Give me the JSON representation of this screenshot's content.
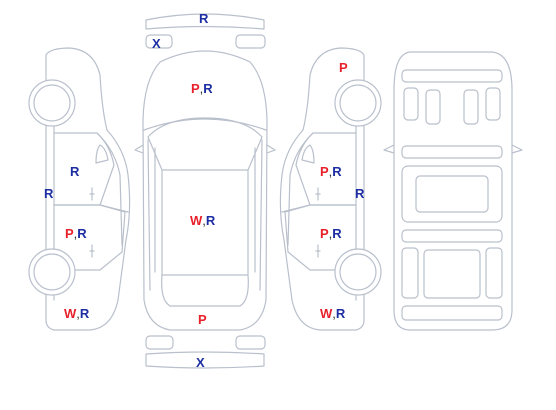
{
  "colors": {
    "outline": "#b9c0cc",
    "red_code": "#e8202a",
    "blue_code": "#1d2ea3",
    "comma": "#333333"
  },
  "markers": {
    "top_bumper": [
      {
        "t": "R",
        "c": "blue_code"
      }
    ],
    "top_plate": [
      {
        "t": "X",
        "c": "blue_code"
      }
    ],
    "hood": [
      {
        "t": "P",
        "c": "red_code"
      },
      {
        "t": ",",
        "c": "comma"
      },
      {
        "t": "R",
        "c": "blue_code"
      }
    ],
    "roof": [
      {
        "t": "W",
        "c": "red_code"
      },
      {
        "t": ",",
        "c": "comma"
      },
      {
        "t": "R",
        "c": "blue_code"
      }
    ],
    "trunk": [
      {
        "t": "P",
        "c": "red_code"
      }
    ],
    "bottom_plate": [
      {
        "t": "X",
        "c": "blue_code"
      }
    ],
    "left_front_door": [
      {
        "t": "R",
        "c": "blue_code"
      }
    ],
    "left_sill": [
      {
        "t": "R",
        "c": "blue_code"
      }
    ],
    "left_rear_door": [
      {
        "t": "P",
        "c": "red_code"
      },
      {
        "t": ",",
        "c": "comma"
      },
      {
        "t": "R",
        "c": "blue_code"
      }
    ],
    "left_rear_quarter": [
      {
        "t": "W",
        "c": "red_code"
      },
      {
        "t": ",",
        "c": "comma"
      },
      {
        "t": "R",
        "c": "blue_code"
      }
    ],
    "right_front_fender": [
      {
        "t": "P",
        "c": "red_code"
      }
    ],
    "right_front_door": [
      {
        "t": "P",
        "c": "red_code"
      },
      {
        "t": ",",
        "c": "comma"
      },
      {
        "t": "R",
        "c": "blue_code"
      }
    ],
    "right_sill": [
      {
        "t": "R",
        "c": "blue_code"
      }
    ],
    "right_rear_door": [
      {
        "t": "P",
        "c": "red_code"
      },
      {
        "t": ",",
        "c": "comma"
      },
      {
        "t": "R",
        "c": "blue_code"
      }
    ],
    "right_rear_quarter": [
      {
        "t": "W",
        "c": "red_code"
      },
      {
        "t": ",",
        "c": "comma"
      },
      {
        "t": "R",
        "c": "blue_code"
      }
    ]
  }
}
